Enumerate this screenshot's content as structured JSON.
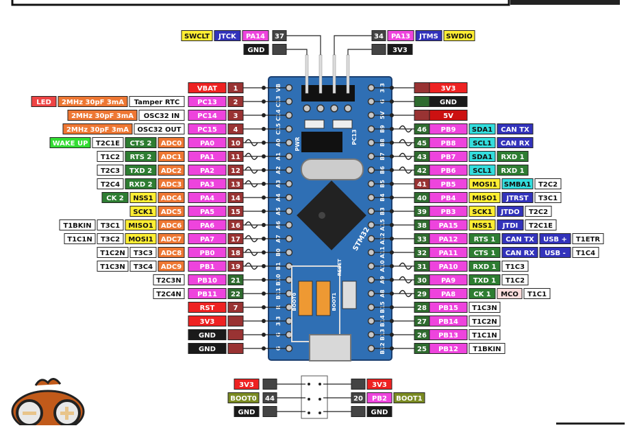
{
  "colors": {
    "pa": "#ee44dd",
    "pb": "#ee44dd",
    "num_bg": "#444444",
    "num_red": "#993333",
    "num_green": "#2f6b2f",
    "v3": "#ee2222",
    "v5": "#cc1111",
    "gnd": "#1a1a1a",
    "blue": "#3333bb",
    "yellow": "#ffee33",
    "green": "#2e7d32",
    "lime": "#33dd33",
    "orange": "#ee7733",
    "cyan": "#33dddd",
    "red_led": "#ee4444",
    "olive": "#7a8a22",
    "white": "#ffffff",
    "pink_light": "#ffdddd",
    "board": "#2f6fb4"
  },
  "top_pins": {
    "left": [
      {
        "labels": [
          {
            "t": "SWCLT",
            "c": "yellow"
          },
          {
            "t": "JTCK",
            "c": "blue"
          },
          {
            "t": "PA14",
            "c": "pa"
          }
        ],
        "num": "37",
        "nc": "num_bg"
      },
      {
        "labels": [
          {
            "t": "GND",
            "c": "gnd"
          }
        ],
        "num": "",
        "nc": "num_bg"
      }
    ],
    "right": [
      {
        "labels": [
          {
            "t": "PA13",
            "c": "pa"
          },
          {
            "t": "JTMS",
            "c": "blue"
          },
          {
            "t": "SWDIO",
            "c": "yellow"
          }
        ],
        "num": "34",
        "nc": "num_bg"
      },
      {
        "labels": [
          {
            "t": "3V3",
            "c": "gnd"
          }
        ],
        "num": "",
        "nc": "num_bg"
      }
    ]
  },
  "left_pins": [
    {
      "num": "1",
      "nc": "num_red",
      "pin": "VBAT",
      "pc": "v3",
      "extra": []
    },
    {
      "num": "2",
      "nc": "num_red",
      "pin": "PC13",
      "pc": "pa",
      "extra": [
        {
          "t": "Tamper RTC",
          "c": "white"
        },
        {
          "t": "2MHz 30pF 3mA",
          "c": "orange"
        },
        {
          "t": "LED",
          "c": "red_led"
        }
      ]
    },
    {
      "num": "3",
      "nc": "num_red",
      "pin": "PC14",
      "pc": "pa",
      "extra": [
        {
          "t": "OSC32 IN",
          "c": "white"
        },
        {
          "t": "2MHz 30pF 3mA",
          "c": "orange"
        }
      ]
    },
    {
      "num": "4",
      "nc": "num_red",
      "pin": "PC15",
      "pc": "pa",
      "extra": [
        {
          "t": "OSC32 OUT",
          "c": "white"
        },
        {
          "t": "2MHz 30pF 3mA",
          "c": "orange"
        }
      ]
    },
    {
      "num": "10",
      "nc": "num_red",
      "pin": "PA0",
      "pc": "pa",
      "wave": true,
      "extra": [
        {
          "t": "ADC0",
          "c": "orange"
        },
        {
          "t": "CTS 2",
          "c": "green"
        },
        {
          "t": "T2C1E",
          "c": "white"
        },
        {
          "t": "WAKE UP",
          "c": "lime"
        }
      ]
    },
    {
      "num": "11",
      "nc": "num_red",
      "pin": "PA1",
      "pc": "pa",
      "wave": true,
      "extra": [
        {
          "t": "ADC1",
          "c": "orange"
        },
        {
          "t": "RTS 2",
          "c": "green"
        },
        {
          "t": "T1C2",
          "c": "white"
        }
      ]
    },
    {
      "num": "12",
      "nc": "num_red",
      "pin": "PA2",
      "pc": "pa",
      "wave": true,
      "extra": [
        {
          "t": "ADC2",
          "c": "orange"
        },
        {
          "t": "TXD 2",
          "c": "green"
        },
        {
          "t": "T2C3",
          "c": "white"
        }
      ]
    },
    {
      "num": "13",
      "nc": "num_red",
      "pin": "PA3",
      "pc": "pa",
      "wave": true,
      "extra": [
        {
          "t": "ADC3",
          "c": "orange"
        },
        {
          "t": "RXD 2",
          "c": "green"
        },
        {
          "t": "T2C4",
          "c": "white"
        }
      ]
    },
    {
      "num": "14",
      "nc": "num_red",
      "pin": "PA4",
      "pc": "pa",
      "extra": [
        {
          "t": "ADC4",
          "c": "orange"
        },
        {
          "t": "NSS1",
          "c": "yellow"
        },
        {
          "t": "CK 2",
          "c": "green"
        }
      ]
    },
    {
      "num": "15",
      "nc": "num_red",
      "pin": "PA5",
      "pc": "pa",
      "extra": [
        {
          "t": "ADC5",
          "c": "orange"
        },
        {
          "t": "SCK1",
          "c": "yellow"
        }
      ]
    },
    {
      "num": "16",
      "nc": "num_red",
      "pin": "PA6",
      "pc": "pa",
      "wave": true,
      "extra": [
        {
          "t": "ADC6",
          "c": "orange"
        },
        {
          "t": "MISO1",
          "c": "yellow"
        },
        {
          "t": "T3C1",
          "c": "white"
        },
        {
          "t": "T1BKIN",
          "c": "white"
        }
      ]
    },
    {
      "num": "17",
      "nc": "num_red",
      "pin": "PA7",
      "pc": "pa",
      "wave": true,
      "extra": [
        {
          "t": "ADC7",
          "c": "orange"
        },
        {
          "t": "MOSI1",
          "c": "yellow"
        },
        {
          "t": "T3C2",
          "c": "white"
        },
        {
          "t": "T1C1N",
          "c": "white"
        }
      ]
    },
    {
      "num": "18",
      "nc": "num_red",
      "pin": "PB0",
      "pc": "pa",
      "wave": true,
      "extra": [
        {
          "t": "ADC8",
          "c": "orange"
        },
        {
          "t": "T3C3",
          "c": "white"
        },
        {
          "t": "T1C2N",
          "c": "white"
        }
      ]
    },
    {
      "num": "19",
      "nc": "num_red",
      "pin": "PB1",
      "pc": "pa",
      "wave": true,
      "extra": [
        {
          "t": "ADC9",
          "c": "orange"
        },
        {
          "t": "T3C4",
          "c": "white"
        },
        {
          "t": "T1C3N",
          "c": "white"
        }
      ]
    },
    {
      "num": "21",
      "nc": "num_green",
      "pin": "PB10",
      "pc": "pa",
      "extra": [
        {
          "t": "T2C3N",
          "c": "white"
        }
      ]
    },
    {
      "num": "22",
      "nc": "num_green",
      "pin": "PB11",
      "pc": "pa",
      "extra": [
        {
          "t": "T2C4N",
          "c": "white"
        }
      ]
    },
    {
      "num": "7",
      "nc": "num_red",
      "pin": "RST",
      "pc": "v3",
      "extra": []
    },
    {
      "num": "",
      "nc": "num_red",
      "pin": "3V3",
      "pc": "v3",
      "extra": []
    },
    {
      "num": "",
      "nc": "num_red",
      "pin": "GND",
      "pc": "gnd",
      "extra": []
    },
    {
      "num": "",
      "nc": "num_red",
      "pin": "GND",
      "pc": "gnd",
      "extra": []
    }
  ],
  "right_pins": [
    {
      "num": "",
      "nc": "num_red",
      "pin": "3V3",
      "pc": "v3",
      "extra": []
    },
    {
      "num": "",
      "nc": "num_green",
      "pin": "GND",
      "pc": "gnd",
      "extra": []
    },
    {
      "num": "",
      "nc": "num_red",
      "pin": "5V",
      "pc": "v5",
      "extra": []
    },
    {
      "num": "46",
      "nc": "num_green",
      "pin": "PB9",
      "pc": "pb",
      "wave": true,
      "extra": [
        {
          "t": "SDA1",
          "c": "cyan"
        },
        {
          "t": "CAN TX",
          "c": "blue"
        }
      ]
    },
    {
      "num": "45",
      "nc": "num_green",
      "pin": "PB8",
      "pc": "pb",
      "wave": true,
      "extra": [
        {
          "t": "SCL1",
          "c": "cyan"
        },
        {
          "t": "CAN RX",
          "c": "blue"
        }
      ]
    },
    {
      "num": "43",
      "nc": "num_green",
      "pin": "PB7",
      "pc": "pb",
      "wave": true,
      "extra": [
        {
          "t": "SDA1",
          "c": "cyan"
        },
        {
          "t": "RXD 1",
          "c": "green"
        }
      ]
    },
    {
      "num": "42",
      "nc": "num_green",
      "pin": "PB6",
      "pc": "pb",
      "wave": true,
      "extra": [
        {
          "t": "SCL1",
          "c": "cyan"
        },
        {
          "t": "RXD 1",
          "c": "green"
        }
      ]
    },
    {
      "num": "41",
      "nc": "num_red",
      "pin": "PB5",
      "pc": "pb",
      "extra": [
        {
          "t": "MOSI1",
          "c": "yellow"
        },
        {
          "t": "SMBA1",
          "c": "cyan"
        },
        {
          "t": "T2C2",
          "c": "white"
        }
      ]
    },
    {
      "num": "40",
      "nc": "num_green",
      "pin": "PB4",
      "pc": "pb",
      "extra": [
        {
          "t": "MISO1",
          "c": "yellow"
        },
        {
          "t": "JTRST",
          "c": "blue"
        },
        {
          "t": "T3C1",
          "c": "white"
        }
      ]
    },
    {
      "num": "39",
      "nc": "num_green",
      "pin": "PB3",
      "pc": "pb",
      "extra": [
        {
          "t": "SCK1",
          "c": "yellow"
        },
        {
          "t": "JTDO",
          "c": "blue"
        },
        {
          "t": "T2C2",
          "c": "white"
        }
      ]
    },
    {
      "num": "38",
      "nc": "num_green",
      "pin": "PA15",
      "pc": "pa",
      "extra": [
        {
          "t": "NSS1",
          "c": "yellow"
        },
        {
          "t": "JTDI",
          "c": "blue"
        },
        {
          "t": "T2C1E",
          "c": "white"
        }
      ]
    },
    {
      "num": "33",
      "nc": "num_green",
      "pin": "PA12",
      "pc": "pa",
      "extra": [
        {
          "t": "RTS 1",
          "c": "green"
        },
        {
          "t": "CAN TX",
          "c": "blue"
        },
        {
          "t": "USB +",
          "c": "blue"
        },
        {
          "t": "T1ETR",
          "c": "white"
        }
      ]
    },
    {
      "num": "32",
      "nc": "num_green",
      "pin": "PA11",
      "pc": "pa",
      "extra": [
        {
          "t": "CTS 1",
          "c": "green"
        },
        {
          "t": "CAN RX",
          "c": "blue"
        },
        {
          "t": "USB -",
          "c": "blue"
        },
        {
          "t": "T1C4",
          "c": "white"
        }
      ]
    },
    {
      "num": "31",
      "nc": "num_green",
      "pin": "PA10",
      "pc": "pa",
      "wave": true,
      "extra": [
        {
          "t": "RXD 1",
          "c": "green"
        },
        {
          "t": "T1C3",
          "c": "white"
        }
      ]
    },
    {
      "num": "30",
      "nc": "num_green",
      "pin": "PA9",
      "pc": "pa",
      "wave": true,
      "extra": [
        {
          "t": "TXD 1",
          "c": "green"
        },
        {
          "t": "T1C2",
          "c": "white"
        }
      ]
    },
    {
      "num": "29",
      "nc": "num_green",
      "pin": "PA8",
      "pc": "pa",
      "wave": true,
      "extra": [
        {
          "t": "CK 1",
          "c": "green"
        },
        {
          "t": "MCO",
          "c": "pink_light"
        },
        {
          "t": "T1C1",
          "c": "white"
        }
      ]
    },
    {
      "num": "28",
      "nc": "num_green",
      "pin": "PB15",
      "pc": "pb",
      "extra": [
        {
          "t": "T1C3N",
          "c": "white"
        }
      ]
    },
    {
      "num": "27",
      "nc": "num_green",
      "pin": "PB14",
      "pc": "pb",
      "extra": [
        {
          "t": "T1C2N",
          "c": "white"
        }
      ]
    },
    {
      "num": "26",
      "nc": "num_green",
      "pin": "PB13",
      "pc": "pb",
      "extra": [
        {
          "t": "T1C1N",
          "c": "white"
        }
      ]
    },
    {
      "num": "25",
      "nc": "num_green",
      "pin": "PB12",
      "pc": "pb",
      "extra": [
        {
          "t": "T1BKIN",
          "c": "white"
        }
      ]
    }
  ],
  "boot_pins": {
    "left": [
      {
        "labels": [
          {
            "t": "3V3",
            "c": "v3"
          }
        ],
        "num": ""
      },
      {
        "labels": [
          {
            "t": "BOOT0",
            "c": "olive"
          }
        ],
        "num": "44"
      },
      {
        "labels": [
          {
            "t": "GND",
            "c": "gnd"
          }
        ],
        "num": ""
      }
    ],
    "right": [
      {
        "labels": [
          {
            "t": "3V3",
            "c": "v3"
          }
        ],
        "num": ""
      },
      {
        "labels": [
          {
            "t": "PB2",
            "c": "pa"
          },
          {
            "t": "BOOT1",
            "c": "olive"
          }
        ],
        "num": "20"
      },
      {
        "labels": [
          {
            "t": "GND",
            "c": "gnd"
          }
        ],
        "num": ""
      }
    ]
  },
  "board": {
    "silk_left": [
      "VB",
      "C13",
      "C14",
      "C15",
      "A0",
      "A1",
      "A2",
      "A3",
      "A4",
      "A5",
      "A6",
      "A7",
      "B0",
      "B1",
      "B10",
      "B11",
      "R",
      "3.3",
      "G",
      "G"
    ],
    "silk_right": [
      "3.3",
      "G",
      "5V",
      "B9",
      "B8",
      "B7",
      "B6",
      "B5",
      "B4",
      "B3",
      "A15",
      "A12",
      "A11",
      "A10",
      "A9",
      "A8",
      "B15",
      "B14",
      "B13",
      "B12"
    ],
    "chip_text": "STM32",
    "pwr_label": "PWR",
    "pc13_label": "PC13",
    "reset_label": "RESET",
    "boot0_label": "BOOT0",
    "boot1_label": "BOOT1"
  }
}
